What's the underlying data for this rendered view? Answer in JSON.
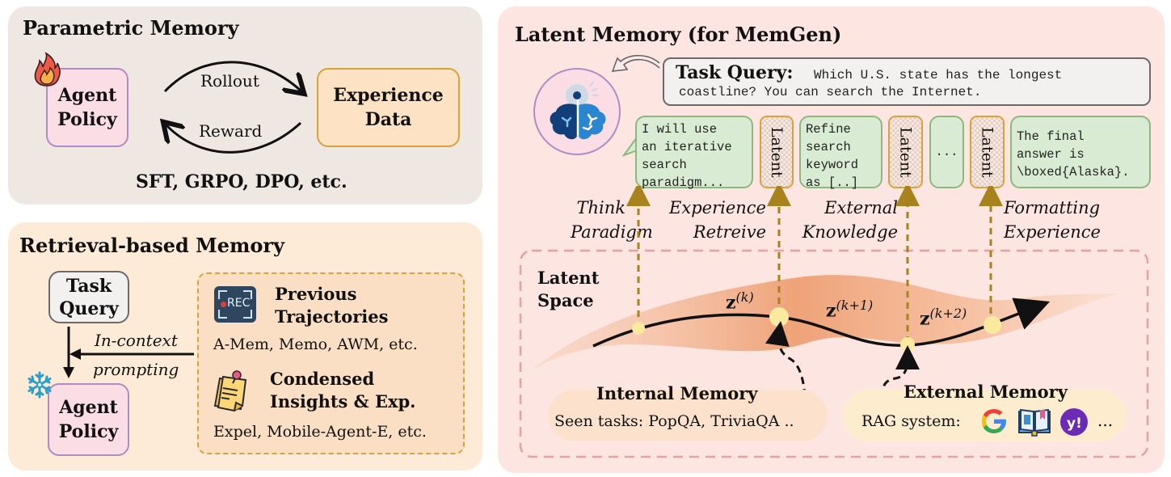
{
  "parametric": {
    "title": "Parametric Memory",
    "agent_policy": [
      "Agent",
      "Policy"
    ],
    "experience_data": [
      "Experience",
      "Data"
    ],
    "rollout_label": "Rollout",
    "reward_label": "Reward",
    "methods": "SFT, GRPO, DPO, etc.",
    "trainable_icon": "fire-icon",
    "colors": {
      "panel_bg": "#efe7e2",
      "policy_fill": "#fbdde6",
      "policy_border": "#b08cc4",
      "exp_fill": "#fde3c4",
      "exp_border": "#d9a23a"
    }
  },
  "retrieval": {
    "title": "Retrieval-based Memory",
    "task_query": [
      "Task",
      "Query"
    ],
    "agent_policy": [
      "Agent",
      "Policy"
    ],
    "prompting_label": [
      "In-context",
      "prompting"
    ],
    "frozen_icon": "snowflake-icon",
    "sources": [
      {
        "icon": "rec-icon",
        "icon_text": "REC",
        "title": [
          "Previous",
          "Trajectories"
        ],
        "examples": "A-Mem, Memo, AWM, etc."
      },
      {
        "icon": "sticky-note-icon",
        "title": [
          "Condensed",
          "Insights & Exp."
        ],
        "examples": "Expel, Mobile-Agent-E, etc."
      }
    ],
    "colors": {
      "panel_bg": "#fdebd7",
      "dash_border": "#d9a23a"
    }
  },
  "latent": {
    "title": "Latent Memory (for MemGen)",
    "brain_icon": "brain-icon",
    "task_query_label": "Task Query:",
    "task_query_text": [
      "Which U.S. state has the longest",
      "coastline? You can search the Internet."
    ],
    "tokens": [
      {
        "type": "text",
        "text": "I will use\nan iterative\nsearch\nparadigm..."
      },
      {
        "type": "latent",
        "text": "Latent"
      },
      {
        "type": "text",
        "text": "Refine\nsearch\nkeyword\nas [..]"
      },
      {
        "type": "latent",
        "text": "Latent"
      },
      {
        "type": "text",
        "text": "..."
      },
      {
        "type": "latent",
        "text": "Latent"
      },
      {
        "type": "text",
        "text": "The final\nanswer is\n\\boxed{Alaska}."
      }
    ],
    "trigger_labels": [
      [
        "Think",
        "Paradigm"
      ],
      [
        "Experience",
        "Retreive"
      ],
      [
        "External",
        "Knowledge"
      ],
      [
        "Formatting",
        "Experience"
      ]
    ],
    "latent_space_label": [
      "Latent",
      "Space"
    ],
    "z_labels": [
      "z",
      "z",
      "z"
    ],
    "z_superscripts": [
      "(k)",
      "(k+1)",
      "(k+2)"
    ],
    "internal_memory": {
      "title": "Internal Memory",
      "detail": "Seen tasks: PopQA, TriviaQA .."
    },
    "external_memory": {
      "title": "External Memory",
      "detail": "RAG system:",
      "icons": [
        "google-icon",
        "book-icon",
        "yahoo-icon"
      ],
      "more": "..."
    },
    "colors": {
      "panel_bg": "#fde6e1",
      "bubble_fill": "#d9ebd3",
      "bubble_border": "#8db77e",
      "latent_border": "#d9a23a",
      "dash_red": "#e8a0a0",
      "arrow_gold": "#a8821d"
    }
  }
}
